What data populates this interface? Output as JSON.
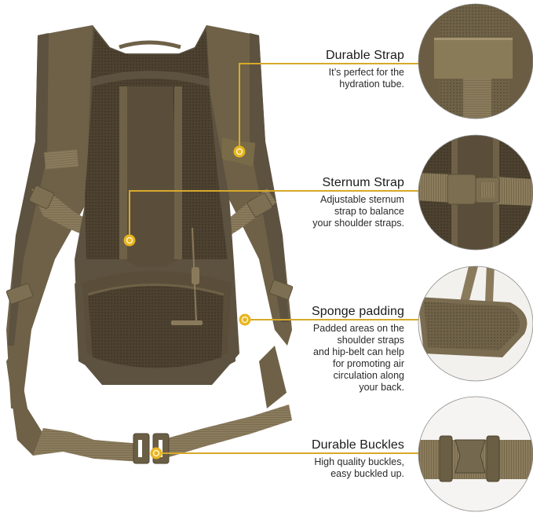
{
  "product": {
    "name": "Tactical backpack rear view",
    "colors": {
      "fabric": "#6e6147",
      "fabric_dark": "#4f4533",
      "mesh": "#4a3f2e",
      "webbing": "#8a7a5c",
      "accent": "#e8b420",
      "accent_line": "#d7a92a"
    }
  },
  "callouts": [
    {
      "title": "Durable Strap",
      "description": "It’s perfect for the\nhydration tube.",
      "detail_image": "strap-loop-closeup"
    },
    {
      "title": "Sternum Strap",
      "description": "Adjustable sternum\nstrap to balance\nyour shoulder straps.",
      "detail_image": "sternum-buckle-closeup"
    },
    {
      "title": "Sponge padding",
      "description": "Padded areas on the\nshoulder straps\nand hip-belt can help\nfor promoting air\ncirculation along\nyour back.",
      "detail_image": "mesh-padding-closeup"
    },
    {
      "title": "Durable Buckles",
      "description": "High quality buckles,\neasy buckled up.",
      "detail_image": "waist-buckle-closeup"
    }
  ]
}
